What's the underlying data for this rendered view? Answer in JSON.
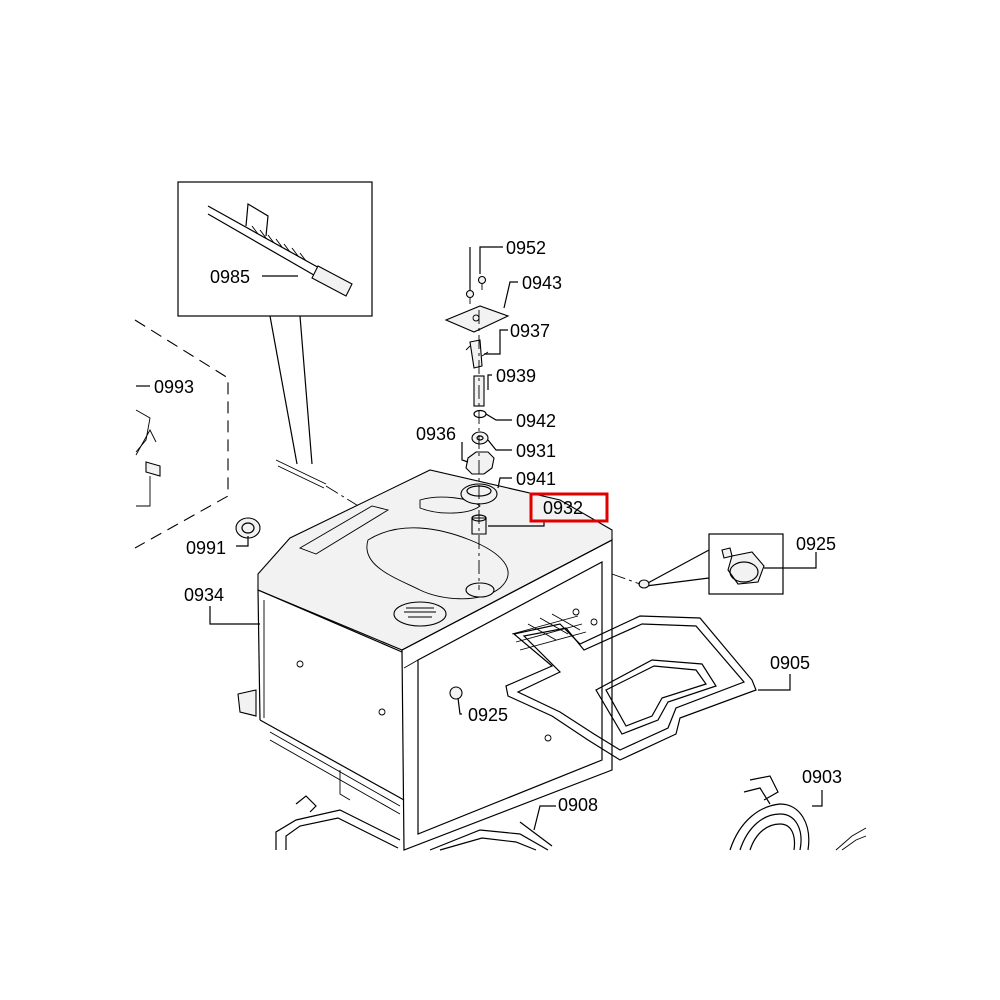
{
  "diagram": {
    "callouts": [
      {
        "id": "0985",
        "label": "0985"
      },
      {
        "id": "0952",
        "label": "0952"
      },
      {
        "id": "0943",
        "label": "0943"
      },
      {
        "id": "0937",
        "label": "0937"
      },
      {
        "id": "0939",
        "label": "0939"
      },
      {
        "id": "0993",
        "label": "0993"
      },
      {
        "id": "0942",
        "label": "0942"
      },
      {
        "id": "0936",
        "label": "0936"
      },
      {
        "id": "0931",
        "label": "0931"
      },
      {
        "id": "0941",
        "label": "0941"
      },
      {
        "id": "0932",
        "label": "0932",
        "highlighted": true
      },
      {
        "id": "0925a",
        "label": "0925"
      },
      {
        "id": "0991",
        "label": "0991"
      },
      {
        "id": "0934",
        "label": "0934"
      },
      {
        "id": "0905",
        "label": "0905"
      },
      {
        "id": "0925b",
        "label": "0925"
      },
      {
        "id": "0903",
        "label": "0903"
      },
      {
        "id": "0908",
        "label": "0908"
      }
    ],
    "highlight_color": "#e00000"
  }
}
